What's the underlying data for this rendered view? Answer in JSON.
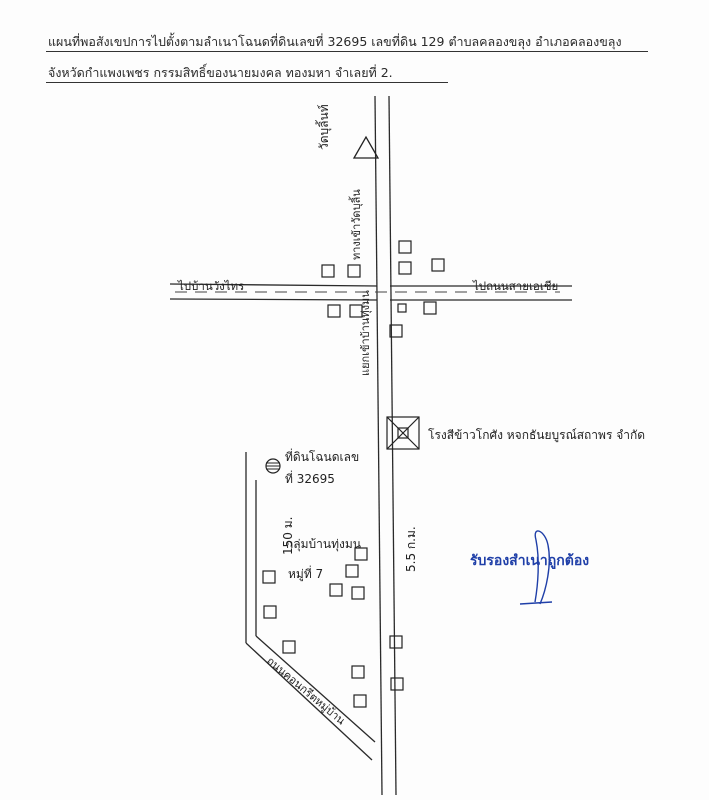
{
  "header": {
    "line1": "แผนที่พอสังเขปการไปตั้งตามลำเนาโฉนดที่ดินเลขที่ 32695 เลขที่ดิน 129 ตำบลคลองขลุง อำเภอคลองขลุง",
    "line2": "จังหวัดกำแพงเพชร กรรมสิทธิ์ของนายมงคล ทองมหา จำเลยที่ 2."
  },
  "labels": {
    "temple": "วัดบุลิ้นท์",
    "road_north": "ทางเข้าวัดบุลิ้น",
    "road_west": "ไปบ้านวังไทร",
    "road_east": "ไปถนนสายเอเชีย",
    "road_main": "แยกเข้าบ้านทุ่งมน",
    "rice_mill": "โรงสีข้าวโกศัง หจกธันยบูรณ์สถาพร จำกัด",
    "land_line1": "ที่ดินโฉนดเลข",
    "land_line2": "ที่ 32695",
    "dist_150": "150 ม.",
    "dist_55": "5.5 ก.ม.",
    "village_line1": "กลุ่มบ้านทุ่งมน",
    "village_line2": "หมู่ที่ 7",
    "road_bottom": "ถนนคอนกรีตหมู่บ้าน"
  },
  "stamp": {
    "text": "รับรองสำเนาถูกต้อง",
    "color": "#1f3fa8"
  }
}
